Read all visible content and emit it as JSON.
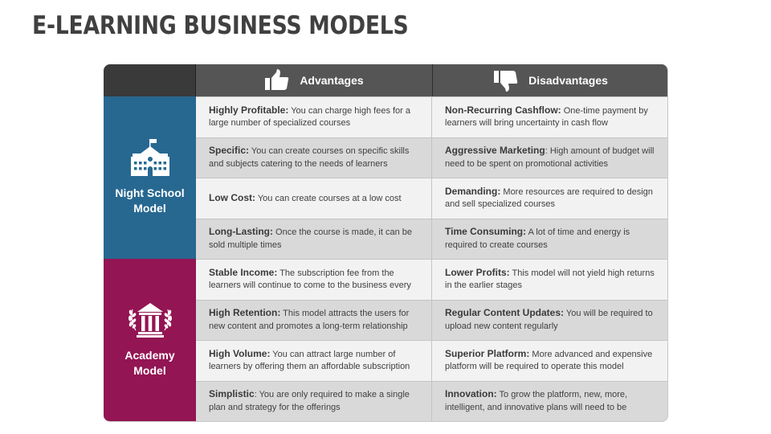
{
  "title": "E-LEARNING BUSINESS MODELS",
  "colors": {
    "header_bg": "#555555",
    "night_school": "#276891",
    "academy": "#931553",
    "row_light": "#f2f2f2",
    "row_dark": "#d9d9d9"
  },
  "header": {
    "advantages": {
      "icon": "thumbs-up-icon",
      "label": "Advantages"
    },
    "disadvantages": {
      "icon": "thumbs-down-icon",
      "label": "Disadvantages"
    }
  },
  "models": [
    {
      "name": "Night School Model",
      "line1": "Night School",
      "line2": "Model",
      "icon": "school-building-icon",
      "rows": [
        {
          "adv_title": "Highly Profitable:",
          "adv_text": " You can charge high fees for a large number of specialized courses",
          "dis_title": "Non-Recurring Cashflow:",
          "dis_text": " One-time payment by learners will bring uncertainty in cash flow"
        },
        {
          "adv_title": "Specific:",
          "adv_text": " You can create courses on specific skills and subjects catering to the needs of learners",
          "dis_title": "Aggressive Marketing",
          "dis_text": ": High amount of budget will need to be spent on promotional activities"
        },
        {
          "adv_title": "Low Cost:",
          "adv_text": " You can create courses at a low cost",
          "dis_title": "Demanding:",
          "dis_text": " More resources are required to design and sell specialized courses"
        },
        {
          "adv_title": "Long-Lasting:",
          "adv_text": " Once the course is made, it can be sold multiple times",
          "dis_title": "Time Consuming:",
          "dis_text": " A lot of time and energy is required to create courses"
        }
      ]
    },
    {
      "name": "Academy Model",
      "line1": "Academy",
      "line2": "Model",
      "icon": "academy-pillars-laurel-icon",
      "rows": [
        {
          "adv_title": "Stable Income:",
          "adv_text": " The subscription fee from the learners will continue to come to the business every",
          "dis_title": "Lower Profits:",
          "dis_text": " This model will not yield high returns in the earlier stages"
        },
        {
          "adv_title": "High Retention:",
          "adv_text": " This model attracts the users for new content and promotes a long-term relationship",
          "dis_title": "Regular Content Updates:",
          "dis_text": " You will be required to upload new content regularly"
        },
        {
          "adv_title": "High Volume:",
          "adv_text": " You can attract large number of learners by offering them an affordable subscription",
          "dis_title": "Superior Platform:",
          "dis_text": " More advanced and expensive platform will be required to operate this model"
        },
        {
          "adv_title": "Simplistic",
          "adv_text": ": You are only required to make a single plan and strategy for the offerings",
          "dis_title": "Innovation:",
          "dis_text": " To grow the platform, new, more, intelligent, and innovative plans will need to be"
        }
      ]
    }
  ]
}
